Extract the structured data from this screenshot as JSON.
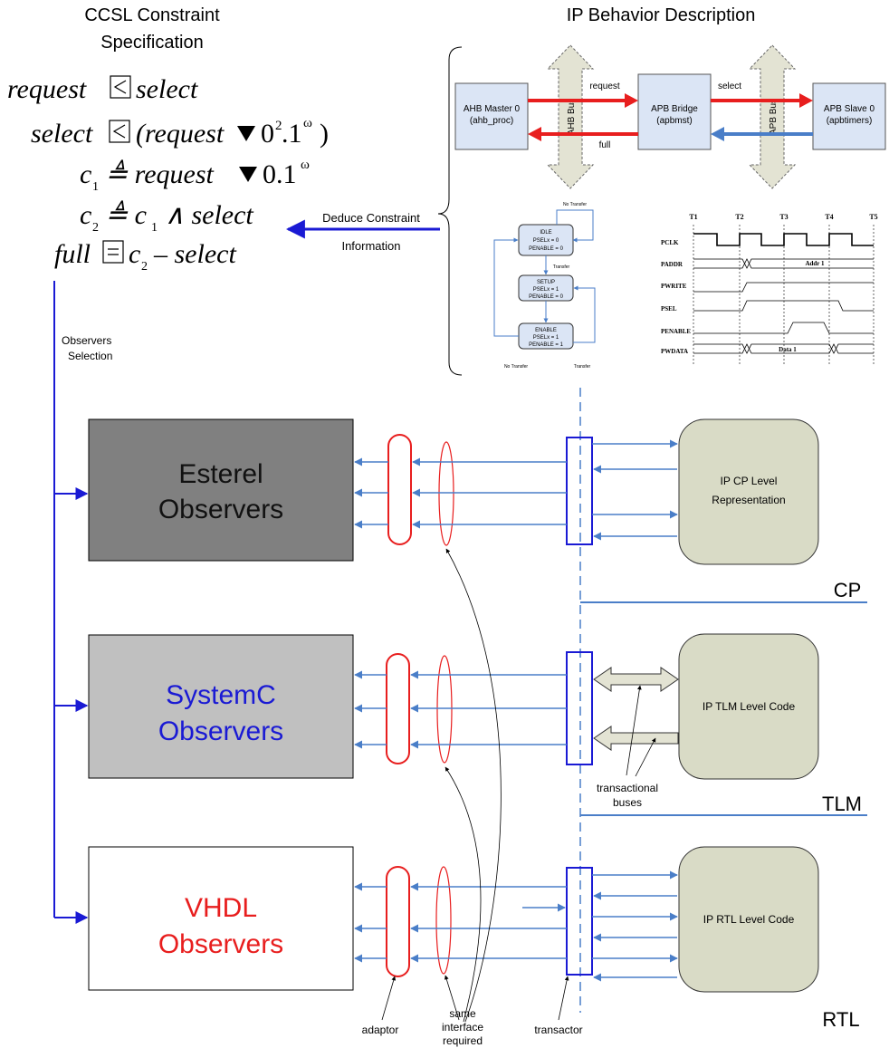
{
  "left_title_line1": "CCSL Constraint",
  "left_title_line2": "Specification",
  "right_title": "IP Behavior Description",
  "constraints": {
    "line1_a": "request",
    "line1_b": "select",
    "line2_a": "select",
    "line2_b": "(request",
    "line2_c": "0",
    "line2_c_exp": "2",
    "line2_d": ".1",
    "line2_d_exp": "ω",
    "line2_e": ")",
    "line3_a": "c",
    "line3_a_sub": "1",
    "line3_b": "≜ request",
    "line3_c": "0.1",
    "line3_c_exp": "ω",
    "line4_a": "c",
    "line4_a_sub": "2",
    "line4_b": "≜ c",
    "line4_b_sub": "1",
    "line4_c": "∧ select",
    "line5_a": "full",
    "line5_b": "c",
    "line5_b_sub": "2",
    "line5_c": "– select"
  },
  "deduce_line1": "Deduce  Constraint",
  "deduce_line2": "Information",
  "observers_selection_line1": "Observers",
  "observers_selection_line2": "Selection",
  "ahb_master_line1": "AHB Master 0",
  "ahb_master_line2": "(ahb_proc)",
  "apb_bridge_line1": "APB Bridge",
  "apb_bridge_line2": "(apbmst)",
  "apb_slave_line1": "APB Slave 0",
  "apb_slave_line2": "(apbtimers)",
  "ahb_bus": "AHB Bus",
  "apb_bus": "APB Bus",
  "sig_request": "request",
  "sig_full": "full",
  "sig_select": "select",
  "fsm": {
    "no_transfer_top": "No Transfer",
    "idle_title": "IDLE",
    "idle_l2": "PSELx = 0",
    "idle_l3": "PENABLE = 0",
    "transfer_mid": "Transfer",
    "setup_title": "SETUP",
    "setup_l2": "PSELx = 1",
    "setup_l3": "PENABLE = 0",
    "enable_title": "ENABLE",
    "enable_l2": "PSELx = 1",
    "enable_l3": "PENABLE = 1",
    "no_transfer_bottom": "No Transfer",
    "transfer_bottom": "Transfer"
  },
  "timing": {
    "t1": "T1",
    "t2": "T2",
    "t3": "T3",
    "t4": "T4",
    "t5": "T5",
    "pclk": "PCLK",
    "paddr": "PADDR",
    "pwrite": "PWRITE",
    "psel": "PSEL",
    "penable": "PENABLE",
    "pwdata": "PWDATA",
    "addr1": "Addr 1",
    "data1": "Data 1"
  },
  "esterel_line1": "Esterel",
  "esterel_line2": "Observers",
  "systemc_line1": "SystemC",
  "systemc_line2": "Observers",
  "vhdl_line1": "VHDL",
  "vhdl_line2": "Observers",
  "ip_cp_line1": "IP CP Level",
  "ip_cp_line2": "Representation",
  "ip_tlm": "IP TLM Level Code",
  "ip_rtl": "IP RTL Level Code",
  "level_cp": "CP",
  "level_tlm": "TLM",
  "level_rtl": "RTL",
  "trans_buses_line1": "transactional",
  "trans_buses_line2": "buses",
  "adaptor": "adaptor",
  "same_line1": "same",
  "same_line2": "interface",
  "same_line3": "required",
  "transactor": "transactor",
  "colors": {
    "red": "#e81e1e",
    "blue": "#1a1ad4",
    "arrow_blue": "#4a7ec8",
    "esterel_fill": "#808080",
    "systemc_fill": "#c0c0c0",
    "ip_fill": "#d9dbc6",
    "ahb_block": "#dbe5f5"
  }
}
